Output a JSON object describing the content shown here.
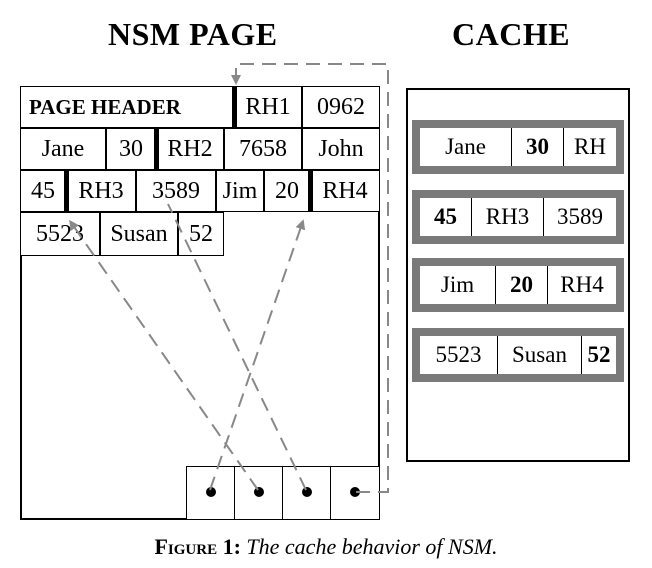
{
  "titles": {
    "left": "NSM PAGE",
    "right": "CACHE"
  },
  "page": {
    "header": "PAGE HEADER",
    "row1": [
      "RH1",
      "0962"
    ],
    "row2": [
      "Jane",
      "30",
      "RH2",
      "7658",
      "John"
    ],
    "row3": [
      "45",
      "RH3",
      "3589",
      "Jim",
      "20",
      "RH4"
    ],
    "row4": [
      "5523",
      "Susan",
      "52"
    ]
  },
  "cache": {
    "lines": [
      [
        "Jane",
        "30",
        "RH"
      ],
      [
        "45",
        "RH3",
        "3589"
      ],
      [
        "Jim",
        "20",
        "RH4"
      ],
      [
        "5523",
        "Susan",
        "52"
      ]
    ]
  },
  "caption": {
    "label": "Figure 1:",
    "text": "The cache behavior of NSM."
  },
  "colors": {
    "arrow": "#888888",
    "cache_border": "#7a7a7a",
    "line": "#000000"
  }
}
